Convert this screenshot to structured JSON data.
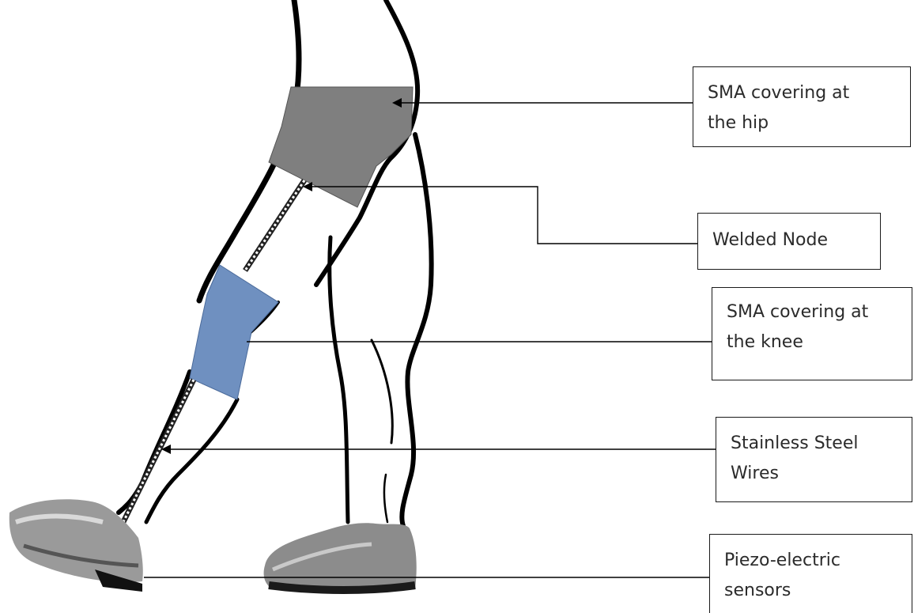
{
  "labels": {
    "hip": "SMA covering at\nthe hip",
    "node": "Welded Node",
    "knee": "SMA covering at\nthe knee",
    "wires": "Stainless Steel\nWires",
    "sensors": "Piezo-electric\nsensors"
  },
  "colors": {
    "hip_covering": "#7f7f7f",
    "knee_covering": "#6f90c0",
    "outline": "#000000",
    "shoe_grey": "#8c8c8c"
  }
}
